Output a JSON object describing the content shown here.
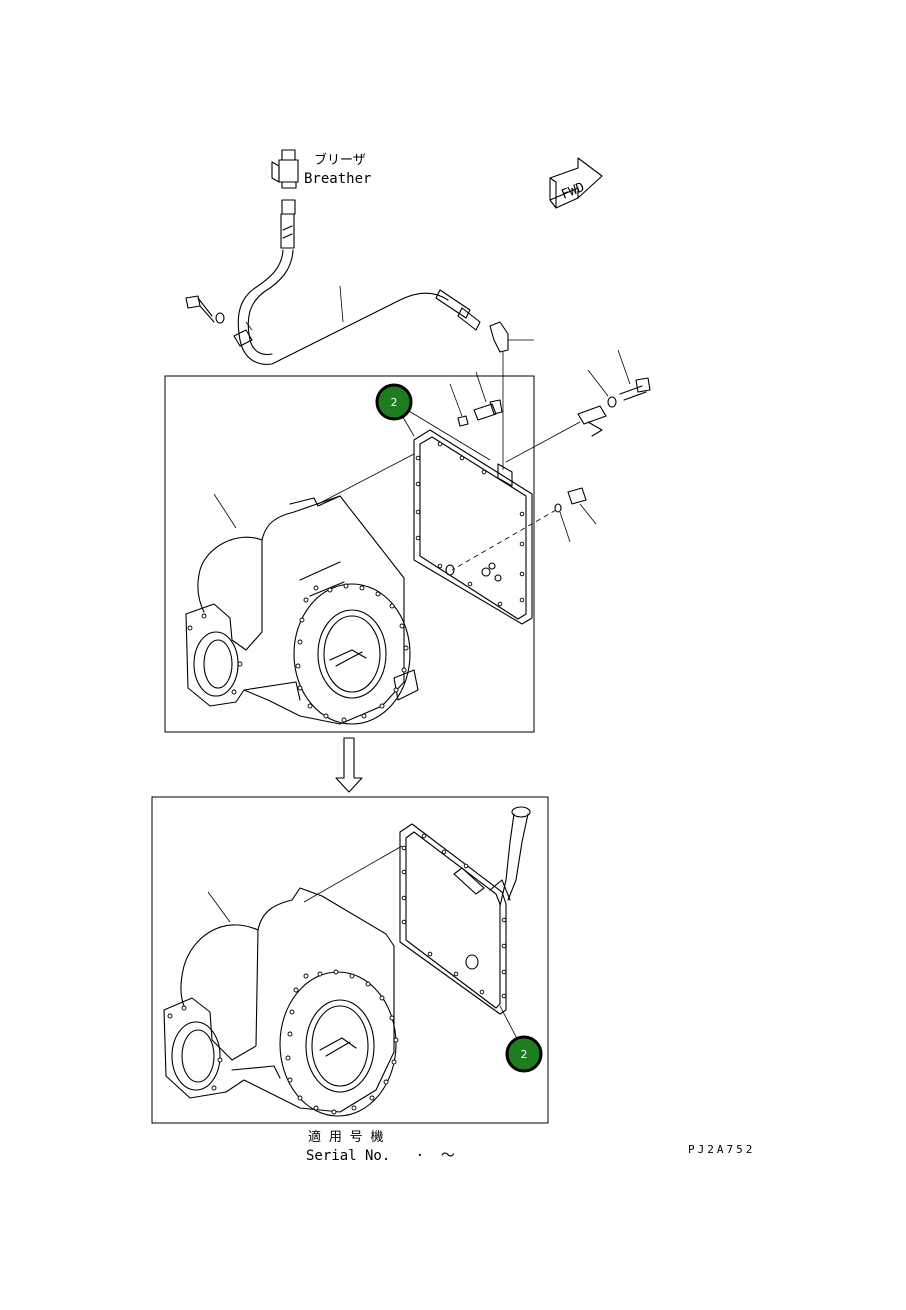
{
  "labels": {
    "breather_jp": "ブリーザ",
    "breather_en": "Breather",
    "fwd": "FWD",
    "serial_jp": "適 用 号 機",
    "serial_en": "Serial No.   ·  〜",
    "drawing_code": "PJ2A752"
  },
  "callouts": [
    {
      "id": "callout-top",
      "number": "2"
    },
    {
      "id": "callout-bottom",
      "number": "2"
    }
  ],
  "colors": {
    "callout_fill": "#1e7d1e",
    "line": "#000000",
    "background": "#ffffff"
  }
}
